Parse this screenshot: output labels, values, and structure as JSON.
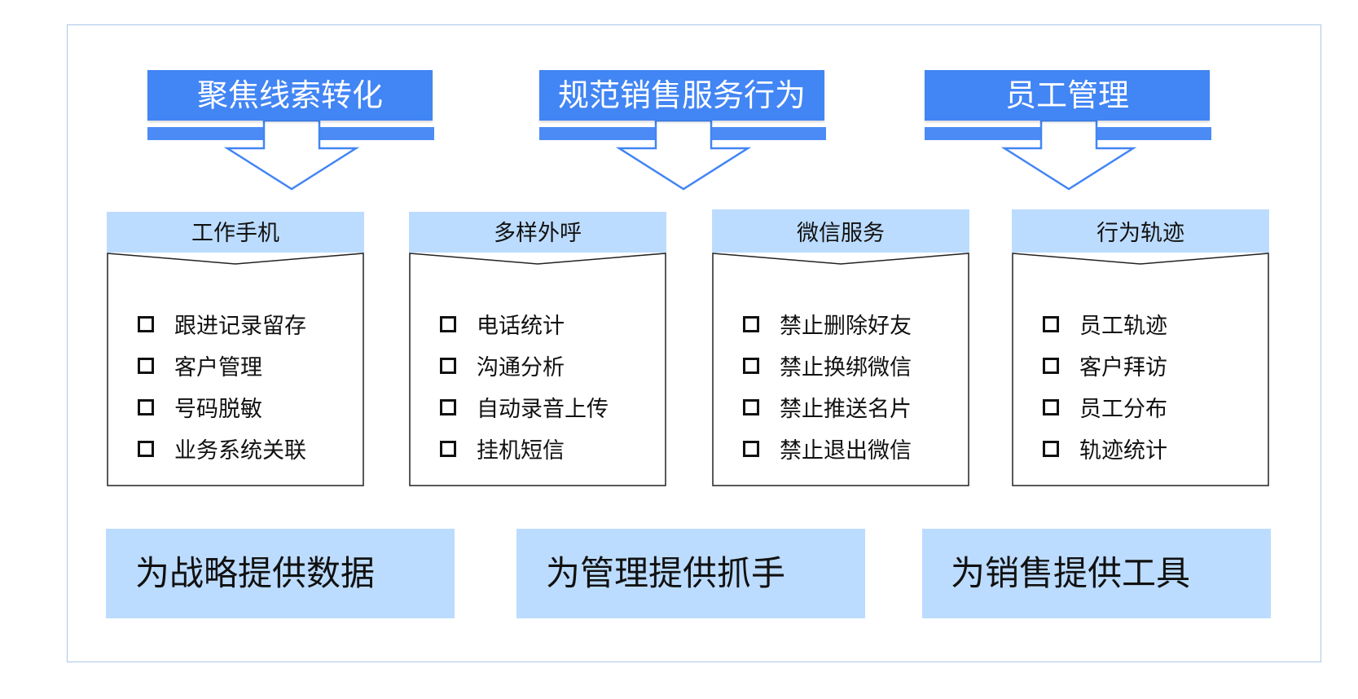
{
  "headers": [
    {
      "title": "聚焦线索转化"
    },
    {
      "title": "规范销售服务行为"
    },
    {
      "title": "员工管理"
    }
  ],
  "cards": [
    {
      "title": "工作手机",
      "items": [
        "跟进记录留存",
        "客户管理",
        "号码脱敏",
        "业务系统关联"
      ]
    },
    {
      "title": "多样外呼",
      "items": [
        "电话统计",
        "沟通分析",
        "自动录音上传",
        "挂机短信"
      ]
    },
    {
      "title": "微信服务",
      "items": [
        "禁止删除好友",
        "禁止换绑微信",
        "禁止推送名片",
        "禁止退出微信"
      ]
    },
    {
      "title": "行为轨迹",
      "items": [
        "员工轨迹",
        "客户拜访",
        "员工分布",
        "轨迹统计"
      ]
    }
  ],
  "bottom": [
    {
      "text": "为战略提供数据"
    },
    {
      "text": "为管理提供抓手"
    },
    {
      "text": "为销售提供工具"
    }
  ],
  "colors": {
    "header_blue": "#4285f4",
    "light_blue": "#bcdcff",
    "arrow_stroke": "#4285f4",
    "frame_border": "#a9c8e8"
  }
}
